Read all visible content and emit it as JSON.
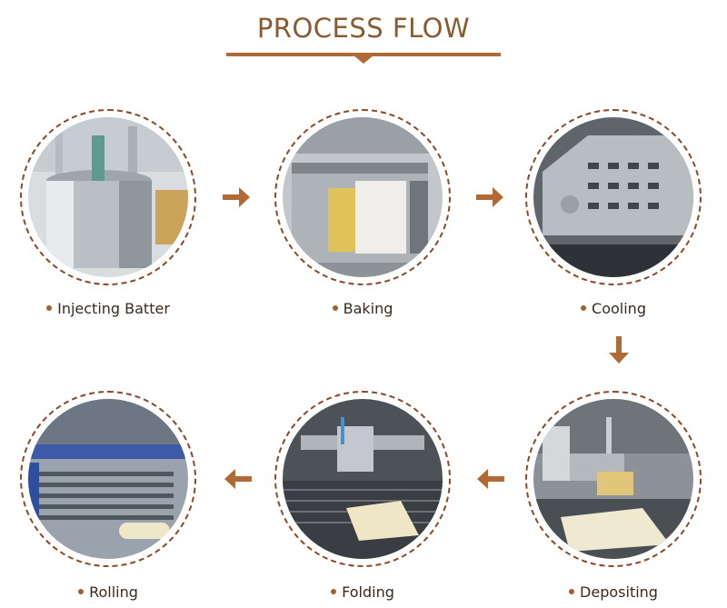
{
  "header": {
    "title": "PROCESS FLOW"
  },
  "steps": [
    {
      "label": "Injecting Batter",
      "icon": "batter-tank-photo"
    },
    {
      "label": "Baking",
      "icon": "baking-machine-photo"
    },
    {
      "label": "Cooling",
      "icon": "cooling-machine-photo"
    },
    {
      "label": "Depositing",
      "icon": "depositing-machine-photo"
    },
    {
      "label": "Folding",
      "icon": "folding-machine-photo"
    },
    {
      "label": "Rolling",
      "icon": "rolling-machine-photo"
    }
  ],
  "colors": {
    "accent": "#b06a35",
    "ring": "#8a4a2a",
    "title": "#8a5a30",
    "text": "#3a2a20"
  }
}
